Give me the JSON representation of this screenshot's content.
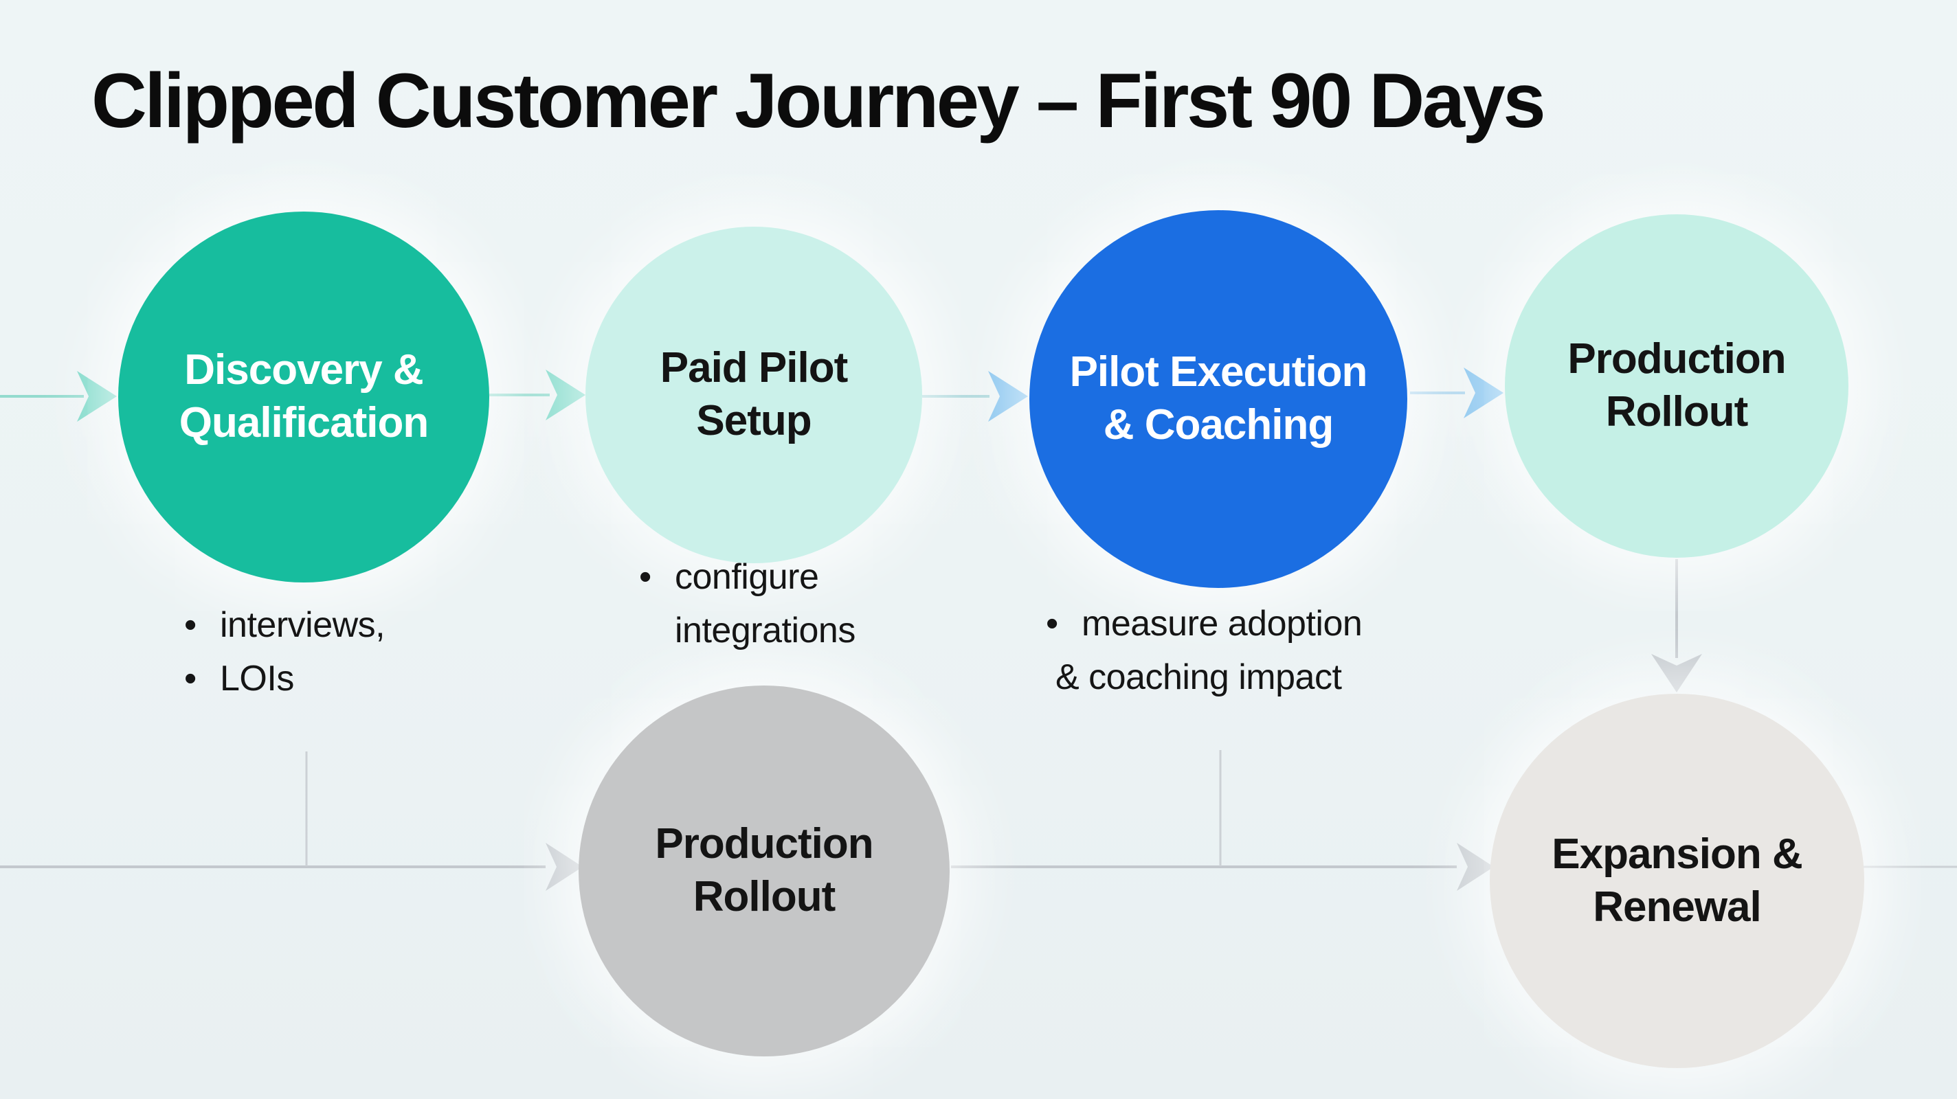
{
  "title": "Clipped Customer Journey – First 90 Days",
  "colors": {
    "background": "#edf4f5",
    "teal": "#17bd9e",
    "mint_light": "#cbf1ea",
    "mint_light_2": "#c5f0e6",
    "blue": "#1b6ee2",
    "gray": "#c5c6c7",
    "light_gray": "#e9e7e4",
    "arrow_mint": "#7bd9c8",
    "arrow_blue": "#7fc1ee",
    "arrow_gray": "#c2c8cd",
    "text_dark": "#141414",
    "text_light": "#ffffff"
  },
  "stages": [
    {
      "id": "discovery-qualification",
      "lines": [
        "Discovery &",
        "Qualification"
      ],
      "fill": "#17bd9e",
      "text_color": "#ffffff",
      "bullets": [
        {
          "marker": "•",
          "text": "interviews,"
        },
        {
          "marker": "•",
          "text": "LOIs"
        }
      ]
    },
    {
      "id": "paid-pilot-setup",
      "lines": [
        "Paid Pilot",
        "Setup"
      ],
      "fill": "#cbf1ea",
      "text_color": "#141414",
      "bullets": [
        {
          "marker": "•",
          "text": "configure"
        },
        {
          "marker": "",
          "text": "integrations"
        }
      ]
    },
    {
      "id": "pilot-execution-coaching",
      "lines": [
        "Pilot Execution",
        "& Coaching"
      ],
      "fill": "#1b6ee2",
      "text_color": "#ffffff",
      "bullets": [
        {
          "marker": "•",
          "text": "measure adoption"
        },
        {
          "marker": "",
          "text": "& coaching impact"
        }
      ]
    },
    {
      "id": "production-rollout-top",
      "lines": [
        "Production",
        "Rollout"
      ],
      "fill": "#c5f0e6",
      "text_color": "#141414",
      "bullets": []
    },
    {
      "id": "production-rollout-bottom",
      "lines": [
        "Production",
        "Rollout"
      ],
      "fill": "#c5c6c7",
      "text_color": "#141414",
      "bullets": []
    },
    {
      "id": "expansion-renewal",
      "lines": [
        "Expansion &",
        "Renewal"
      ],
      "fill": "#e9e7e4",
      "text_color": "#141414",
      "bullets": []
    }
  ],
  "connectors": [
    {
      "from": "left-edge",
      "to": "discovery-qualification",
      "style": "mint-arrow"
    },
    {
      "from": "discovery-qualification",
      "to": "paid-pilot-setup",
      "style": "mint-arrow"
    },
    {
      "from": "paid-pilot-setup",
      "to": "pilot-execution-coaching",
      "style": "blue-arrow"
    },
    {
      "from": "pilot-execution-coaching",
      "to": "production-rollout-top",
      "style": "blue-arrow"
    },
    {
      "from": "production-rollout-top",
      "to": "expansion-renewal",
      "style": "gray-arrow-down"
    },
    {
      "from": "discovery-qualification",
      "to": "bottom-timeline",
      "style": "gray-drop-line"
    },
    {
      "from": "left-edge",
      "to": "production-rollout-bottom",
      "style": "gray-arrow"
    },
    {
      "from": "pilot-execution-coaching",
      "to": "bottom-timeline",
      "style": "gray-drop-line"
    },
    {
      "from": "production-rollout-bottom",
      "to": "expansion-renewal",
      "style": "gray-arrow"
    },
    {
      "from": "expansion-renewal",
      "to": "right-edge",
      "style": "gray-line"
    }
  ]
}
